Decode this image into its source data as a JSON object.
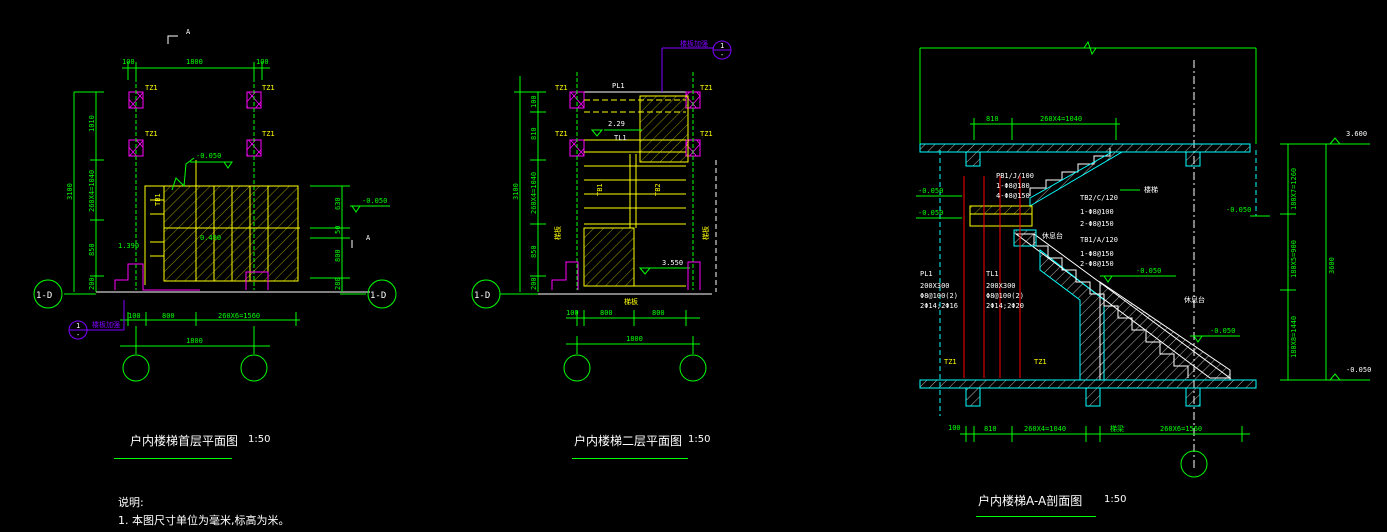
{
  "colors": {
    "background": "#000000",
    "dimension": "#00ff00",
    "column": "#ff00ff",
    "outline": "#ffff00",
    "section": "#00ffff",
    "rebar": "#ff0000",
    "text": "#ffffff",
    "callout": "#8000ff"
  },
  "views": [
    {
      "title": "户内楼梯首层平面图",
      "scale": "1:50",
      "labels": {
        "section_mark_top": "A",
        "section_mark_right": "A",
        "dim_top_left": "100",
        "dim_top_mid": "1800",
        "dim_top_right": "100",
        "col_tl": "TZ1",
        "col_tr": "TZ1",
        "col_ml": "TZ1",
        "col_mr": "TZ1",
        "level_top": "-0.050",
        "level_right": "-0.050",
        "level_left": "1.390",
        "level_mid": "0.490",
        "beam_left": "TB1",
        "v_total": "3100",
        "v_1010": "1010",
        "v_stairs": "260X4=1040",
        "v_850": "850",
        "v_200": "200",
        "r_630": "630",
        "r_50": "50",
        "r_800": "800",
        "r_280": "280",
        "axis_left": "1-D",
        "axis_right": "1-D",
        "b_100": "100",
        "b_800": "800",
        "b_stairs": "260X6=1560",
        "b_total": "1800",
        "callout_num": "1",
        "callout_den": "-",
        "callout_text": "楼板加强"
      }
    },
    {
      "title": "户内楼梯二层平面图",
      "scale": "1:50",
      "labels": {
        "beam_top": "PL1",
        "col_tl": "TZ1",
        "col_tr": "TZ1",
        "col_ml": "TZ1",
        "col_mr": "TZ1",
        "beam_mid": "TL1",
        "level_top": "2.29",
        "level_low": "3.550",
        "tb1": "TB1",
        "tb2": "TB2",
        "v_total": "3100",
        "v_100": "100",
        "v_810": "810",
        "v_stairs": "260X4=1040",
        "v_850": "850",
        "v_200": "200",
        "axis_left": "1-D",
        "b_100": "100",
        "b_800a": "800",
        "b_800b": "800",
        "b_total": "1800",
        "side_left": "梯板",
        "side_right": "梯板",
        "bottom_note": "梯板",
        "callout_num": "1",
        "callout_den": "-",
        "callout_text": "楼板加强"
      }
    },
    {
      "title": "户内楼梯A-A剖面图",
      "scale": "1:50",
      "labels": {
        "top_810": "810",
        "top_stairs": "260X4=1040",
        "level_top_right": "3.600",
        "level_r_mid": "-0.050",
        "level_r_bottom": "-0.050",
        "level_l1": "-0.050",
        "level_l2": "-0.050",
        "level_center": "-0.050",
        "level_lower": "-0.050",
        "pb1": "PB1/J/100",
        "pb1_a": "1-Φ8@180",
        "pb1_b": "4-Φ8@150",
        "tb2": "TB2/C/120",
        "tb2_a": "1-Φ8@100",
        "tb2_b": "2-Φ8@150",
        "tb1": "TB1/A/120",
        "tb1_a": "1-Φ8@150",
        "tb1_b": "2-Φ8@150",
        "landing": "楼梯",
        "landing2": "休息台",
        "platform": "休息台",
        "pl1": "PL1",
        "pl1_size": "200X300",
        "pl1_a": "Φ8@100(2)",
        "pl1_b": "2Φ14;2Φ16",
        "tl1": "TL1",
        "tl1_size": "200X300",
        "tl1_a": "Φ8@100(2)",
        "tl1_b": "2Φ14;2Φ20",
        "tz_left": "TZ1",
        "tz_right": "TZ1",
        "r_top": "180X7=1260",
        "r_total": "3600",
        "r_mid": "180X5=900",
        "r_bot": "180X8=1440",
        "b_100": "100",
        "b_810": "810",
        "b_stairs1": "260X4=1040",
        "b_mid": "梯梁",
        "b_stairs2": "260X6=1560"
      }
    }
  ],
  "notes": {
    "heading": "说明:",
    "line1": "1. 本图尺寸单位为毫米,标高为米。"
  }
}
